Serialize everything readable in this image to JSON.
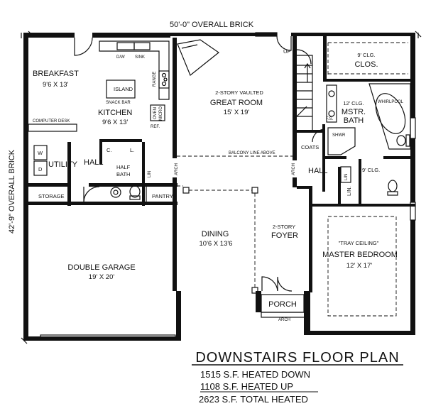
{
  "dimensions": {
    "top": "50'-0\" OVERALL BRICK",
    "side": "42'-9\" OVERALL BRICK"
  },
  "rooms": {
    "breakfast": {
      "name": "BREAKFAST",
      "size": "9'6 X 13'"
    },
    "kitchen": {
      "name": "KITCHEN",
      "size": "9'6 X 13'"
    },
    "island": "ISLAND",
    "snack_bar": "SNACK BAR",
    "great_room": {
      "note": "2-STORY VAULTED",
      "name": "GREAT ROOM",
      "size": "15' X 19'"
    },
    "utility": "UTILITY",
    "hall_west": "HALL",
    "half_bath": {
      "line1": "HALF",
      "line2": "BATH"
    },
    "storage": "STORAGE",
    "pantry": "PANTRY",
    "closet_c": "C.",
    "closet_l": "L.",
    "washer": "W",
    "dryer": "D",
    "computer_desk": "COMPUTER DESK",
    "double_garage": {
      "name": "DOUBLE GARAGE",
      "size": "19' X 20'"
    },
    "dining": {
      "name": "DINING",
      "size": "10'6 X 13'6"
    },
    "foyer": {
      "note": "2-STORY",
      "name": "FOYER"
    },
    "porch": "PORCH",
    "arch_porch": "ARCH",
    "up": "UP",
    "closet_top": {
      "note": "9' CLG.",
      "name": "CLOS."
    },
    "master_bath": {
      "note": "12' CLG.",
      "line1": "MSTR.",
      "line2": "BATH"
    },
    "whirlpool": "WHIRLPOOL",
    "fs": "F.S.",
    "shower": "SHWR",
    "coats": "COATS",
    "hall_east": "HALL",
    "lin": "LIN.",
    "clg_9": "9' CLG.",
    "master_bedroom": {
      "note": "\"TRAY CEILING\"",
      "name": "MASTER BEDROOM",
      "size": "12' X 17'"
    },
    "balcony": "BALCONY LINE ABOVE",
    "arch_left": "ARCH",
    "arch_right": "ARCH",
    "dw": "D/W",
    "sink": "SINK",
    "range": "RANGE",
    "oven": "OVEN",
    "micro": "MICRO",
    "ref": "REF.",
    "linen_small": "LIN"
  },
  "title": "DOWNSTAIRS FLOOR PLAN",
  "stats": [
    "1515 S.F. HEATED DOWN",
    "1108 S.F. HEATED UP",
    "2623 S.F. TOTAL HEATED"
  ]
}
